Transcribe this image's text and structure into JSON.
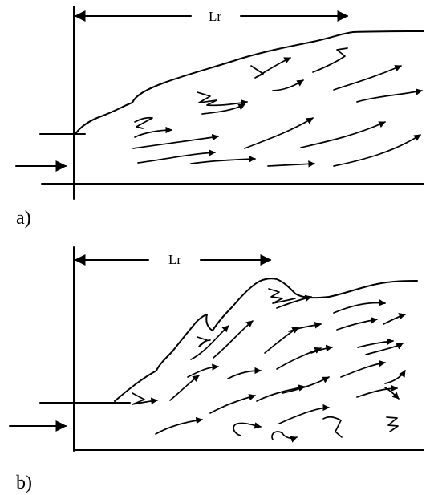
{
  "panel_a": {
    "label": "a)",
    "length_label": "Lr"
  },
  "panel_b": {
    "label": "b)",
    "length_label": "Lr"
  }
}
